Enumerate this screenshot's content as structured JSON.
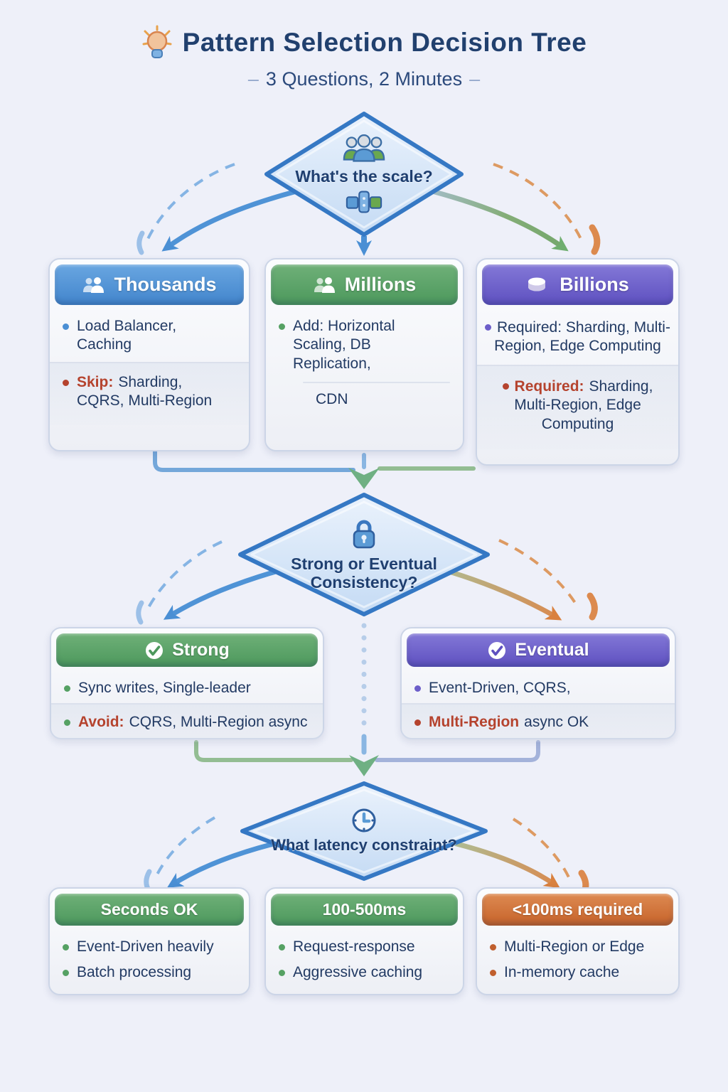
{
  "header": {
    "title": "Pattern Selection Decision Tree",
    "subtitle": "3 Questions, 2 Minutes",
    "dash_left": "–",
    "dash_right": "–"
  },
  "questions": {
    "scale": "What's the scale?",
    "consistency_line1": "Strong or Eventual",
    "consistency_line2": "Consistency?",
    "latency": "What latency constraint?"
  },
  "scale_boxes": {
    "thousands": {
      "title": "Thousands",
      "item1": "Load Balancer, Caching",
      "item2_prefix": "Skip:",
      "item2_rest": "Sharding, CQRS, Multi-Region"
    },
    "millions": {
      "title": "Millions",
      "item1": "Add: Horizontal Scaling, DB Replication,",
      "item2": "CDN"
    },
    "billions": {
      "title": "Billions",
      "item1": "Required: Sharding, Multi-Region, Edge Computing",
      "item2_prefix": "Required:",
      "item2_rest": "Sharding, Multi-Region, Edge Computing"
    }
  },
  "consistency_boxes": {
    "strong": {
      "title": "Strong",
      "item1": "Sync writes, Single-leader",
      "item2_prefix": "Avoid:",
      "item2_rest": "CQRS, Multi-Region async"
    },
    "eventual": {
      "title": "Eventual",
      "item1": "Event-Driven, CQRS,",
      "item2_prefix": "Multi-Region",
      "item2_rest": "async OK"
    }
  },
  "latency_boxes": {
    "seconds": {
      "title": "Seconds OK",
      "item1": "Event-Driven heavily",
      "item2": "Batch processing"
    },
    "mid": {
      "title": "100-500ms",
      "item1": "Request-response",
      "item2": "Aggressive caching"
    },
    "fast": {
      "title": "<100ms required",
      "item1": "Multi-Region or Edge",
      "item2": "In-memory cache"
    }
  },
  "colors": {
    "background": "#eef0f9",
    "text_navy": "#21406e",
    "alert_red": "#b5432e",
    "header_blue": "#4b92d8",
    "header_green": "#55a163",
    "header_purple": "#6c5ec9",
    "header_orange": "#d2703a",
    "arrow_blue": "#4a8fd4",
    "arrow_green": "#6fae6f",
    "arrow_orange": "#d9813f",
    "diamond_border": "#3578c4"
  }
}
